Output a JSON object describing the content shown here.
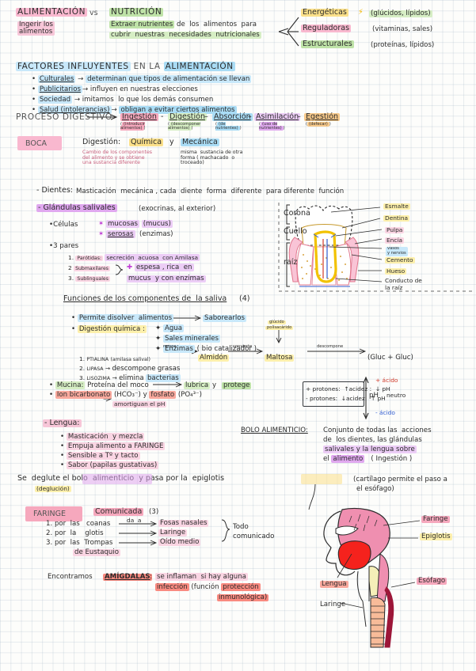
{
  "meta": {
    "doc_type": "handwritten-study-notes",
    "subject": "Aparato digestivo - Boca y Faringe",
    "language": "es"
  },
  "colors": {
    "pink": "#f9b8cf",
    "rose": "#f6a8bd",
    "blue": "#a9dcf5",
    "green": "#bfe3a8",
    "yellow": "#fbe08a",
    "purple": "#e0a8ef",
    "orange": "#f7c98a",
    "red": "#f98a80",
    "ink": "#2b2b2b",
    "ink_blue": "#2f5bd0",
    "ink_red": "#d03a2a"
  },
  "section_alimentacion": {
    "title_left": "ALIMENTACIÓN",
    "vs": "vs",
    "title_right": "NUTRICIÓN",
    "left_def": "Ingerir los\nalimentos",
    "right_def_l1": "Extraer nutrientes",
    "right_def_l1b": " de  los  alimentos  para",
    "right_def_l2": "cubrir  nuestras  necesidades  nutricionales",
    "branches": [
      {
        "name": "Energéticas",
        "icon": "lightning-icon",
        "detail": "(glúcidos, lípidos)"
      },
      {
        "name": "Reguladoras",
        "icon": "",
        "detail": "(vitaminas, sales)"
      },
      {
        "name": "Estructurales",
        "icon": "",
        "detail": "(proteínas, lípidos)"
      }
    ]
  },
  "section_factores": {
    "heading_a": "FACTORES INFLUYENTES",
    "heading_b": " EN LA ",
    "heading_c": "ALIMENTACIÓN",
    "items": [
      {
        "key": "Culturales",
        "arrow": "→",
        "text": "determinan que tipos de alimentación se llevan"
      },
      {
        "key": "Publicitarios",
        "arrow": "→",
        "text": "influyen en nuestras elecciones"
      },
      {
        "key": "Sociedad",
        "arrow": "→",
        "text": "imitamos  lo que los demás consumen"
      },
      {
        "key": "Salud (intolerancias)",
        "arrow": "→",
        "text": "obligan a evitar ciertos alimentos"
      }
    ]
  },
  "section_proceso": {
    "label": "PROCESO DIGESTIVO",
    "arrow": "→",
    "steps": [
      {
        "name": "Ingestión",
        "sub": "(introducir\nalimentos)"
      },
      {
        "name": "Digestión",
        "sub": "(descomponer\nalimentos)"
      },
      {
        "name": "Absorción",
        "sub": "(de\nnutrientes)"
      },
      {
        "name": "Asimilación",
        "sub": "(uso de\nnutrientes)"
      },
      {
        "name": "Egestión",
        "sub": "(defecar)"
      }
    ]
  },
  "section_boca": {
    "tag": "BOCA",
    "digestion_label": "Digestión:",
    "type_a": "Química",
    "conj": "y",
    "type_b": "Mecánica",
    "type_a_def": "Cambio de los componentes\ndel alimento y se obtiene\nuna sustancia diferente",
    "type_b_def": "misma  sustancia de otra\nforma ( machacado  o\ntroceado)",
    "dientes": {
      "title": "- Dientes:",
      "text": "Masticación  mecánica , cada  diente  forma  diferente  para diferente  función"
    },
    "glandulas": {
      "title": "- Glándulas salivales",
      "paren": "(exocrinas, al exterior)",
      "celulas_label": "Células",
      "celulas": [
        {
          "name": "mucosas",
          "detail": "(mucus)"
        },
        {
          "name": "serosas",
          "detail": "(enzimas)"
        }
      ],
      "pares_label": "3 pares",
      "pares": [
        {
          "n": "1.",
          "name": "Parótidas:",
          "detail": "secreción  acuosa  con Amilasa"
        },
        {
          "n": "2",
          "name": "Submaxilares",
          "detail": ""
        },
        {
          "n": "3.",
          "name": "Sublinguales",
          "detail": ""
        }
      ],
      "brace_note_a": "espesa , rica  en",
      "brace_note_b": "mucus  y con enzimas"
    }
  },
  "section_saliva": {
    "title": "Funciones de los componentes de  la saliva",
    "count": "(4)",
    "bullets": [
      {
        "text": "Permite disolver  alimentos",
        "arrow": "⟶",
        "result": "Saborearlos"
      }
    ],
    "digestion_quimica": "Digestión química :",
    "components": [
      "Agua",
      "Sales minerales"
    ],
    "enzimas_label": "Enzimas",
    "enzimas_paren": "( bio catalizador )",
    "enzimas": [
      {
        "n": "1.",
        "name": "PTIALINA",
        "paren": "(amilasa salival)",
        "chain": true
      },
      {
        "n": "2.",
        "name": "LIPASA",
        "arrow": "→",
        "action": "descompone",
        "target": "grasas"
      },
      {
        "n": "3.",
        "name": "LISOZIMA",
        "arrow": "→",
        "action": "elimina",
        "target": "bacterias"
      }
    ],
    "chain": {
      "op1": "rompe",
      "node1": "Almidón",
      "op2": "convierte",
      "node2": "Maltosa",
      "op3": "descompone",
      "node3": "(Gluc + Gluc)",
      "annot_l1": "glúcido",
      "annot_l2": "polisacárido"
    },
    "mucina": {
      "label": "Mucina:",
      "text": "Proteína del moco",
      "arrow": "⟶",
      "result_a": "lubrica",
      "conj": "y",
      "result_b": "protege"
    },
    "bicarbonato": {
      "label": "Ion bicarbonato",
      "formula_a": "(HCO₃⁻)",
      "conj": "y",
      "label_b": "fosfato",
      "formula_b": "(PO₄³⁻)",
      "note": "amortiguan el pH"
    }
  },
  "section_ph": {
    "line1": "+ protones:  ↑acidez :  ↓ pH",
    "line2": "- protones:  ↓acidez:  ↑ pH",
    "axis_label": "pH",
    "top": "+ ácido",
    "mid": "neutro",
    "bottom": "- ácido"
  },
  "section_lengua": {
    "title": "- Lengua:",
    "items": [
      {
        "text": "Masticación  y mezcla",
        "hl": ""
      },
      {
        "text": "Empuja alimento a FARINGE",
        "hl": "FARINGE"
      },
      {
        "text": "Sensible a Tº y tacto",
        "hl": "Tº"
      },
      {
        "text": "Sabor (papilas gustativas)",
        "hl": "papilas  gustativas"
      }
    ]
  },
  "section_bolo": {
    "title": "BOLO ALIMENTICIO:",
    "text_l1": "Conjunto de todas las  acciones",
    "text_l2": "de  los dientes, las glándulas",
    "text_l3": "salivales y la lengua sobre",
    "text_l4a": "el ",
    "text_l4b": "alimento",
    "text_l4c": "   ( Ingestión )"
  },
  "section_deglucion": {
    "line_a": "Se  deglute el bolo  alimenticio  y pasa por la  epiglotis ",
    "paren_a": "(cartílago permite el paso a",
    "paren_b": "el esófago)",
    "sub": "(deglución)",
    "hl_bolo": "bolo  alimenticio",
    "hl_epiglotis": "epiglotis"
  },
  "section_faringe": {
    "tag": "FARINGE",
    "comunicada": "Comunicada",
    "count": "(3)",
    "da_a": "da  a",
    "rows": [
      {
        "n": "1.",
        "via": "por  las   coanas",
        "dest": "Fosas nasales"
      },
      {
        "n": "2.",
        "via": "por  la    glotis",
        "dest": "Laringe"
      },
      {
        "n": "3.",
        "via": "por  las  Trompas",
        "dest": "Oído medio"
      }
    ],
    "row3_cont": "de Eustaquio",
    "brace_note_a": "Todo",
    "brace_note_b": "comunicado"
  },
  "section_amigdalas": {
    "lead": "Encontramos",
    "tag": "AMÍGDALAS",
    "colon": ":",
    "text_l1": "se inflaman  si hay alguna",
    "text_l2a": "infección",
    "text_l2b": " (función ",
    "text_l2c": "protección",
    "text_l3": "inmunológica)"
  },
  "diagram_diente": {
    "name": "tooth-cross-section-diagram",
    "left_labels": [
      "Corona",
      "Cuello",
      "raíz"
    ],
    "right_labels": [
      "Esmalte",
      "Dentina",
      "Pulpa",
      "Encía",
      "vasos\ny nervios",
      "Cemento",
      "Hueso",
      "Conducto de\nla raíz"
    ]
  },
  "diagram_anatomia": {
    "name": "head-neck-sagittal-diagram",
    "labels": [
      {
        "text": "Faringe",
        "hl": "rose"
      },
      {
        "text": "Epiglotis",
        "hl": "ltyel"
      },
      {
        "text": "Esófago",
        "hl": "rose"
      },
      {
        "text": "Lengua",
        "hl": "salmon"
      },
      {
        "text": "Laringe",
        "hl": ""
      }
    ]
  }
}
